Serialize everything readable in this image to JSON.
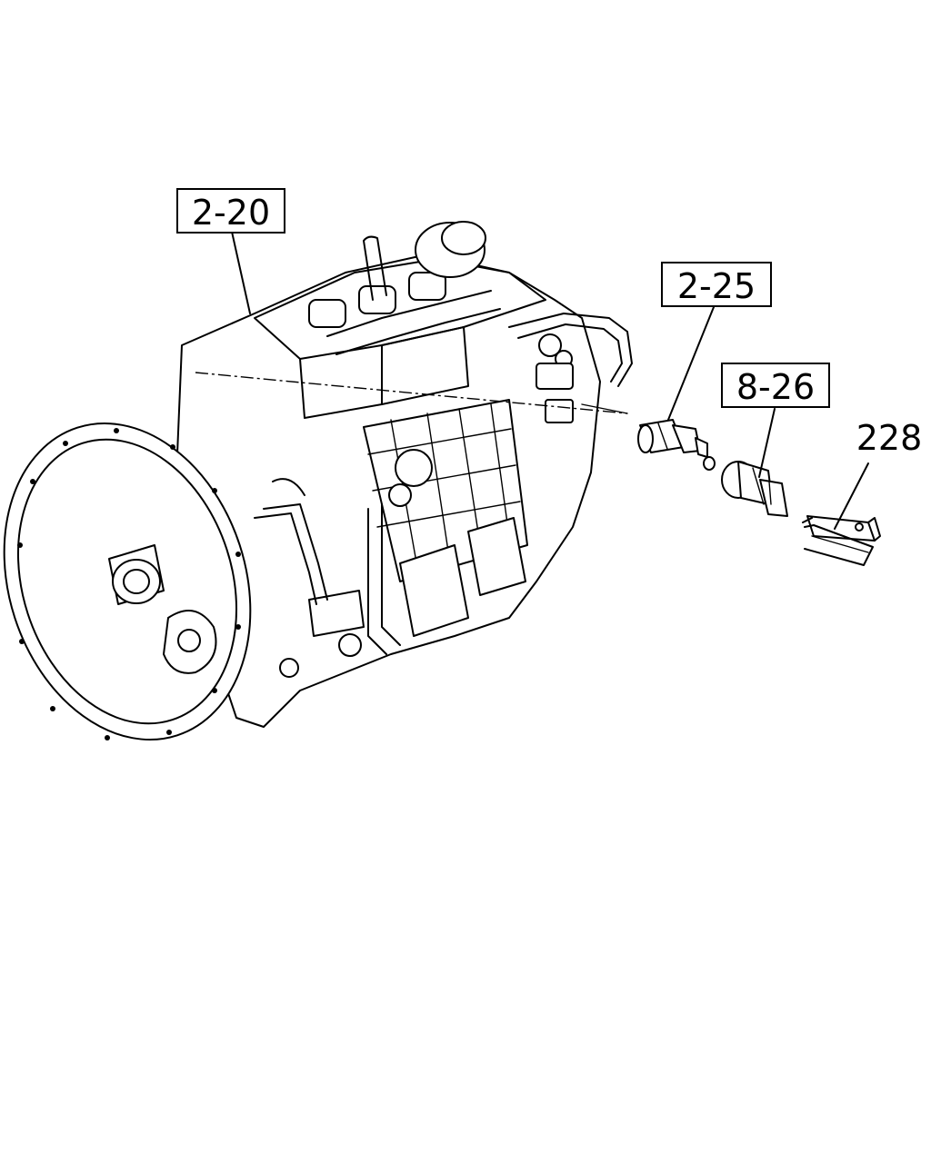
{
  "callouts": {
    "transmission": "2-20",
    "switch_upper": "2-25",
    "switch_lower": "8-26",
    "bracket": "228"
  }
}
